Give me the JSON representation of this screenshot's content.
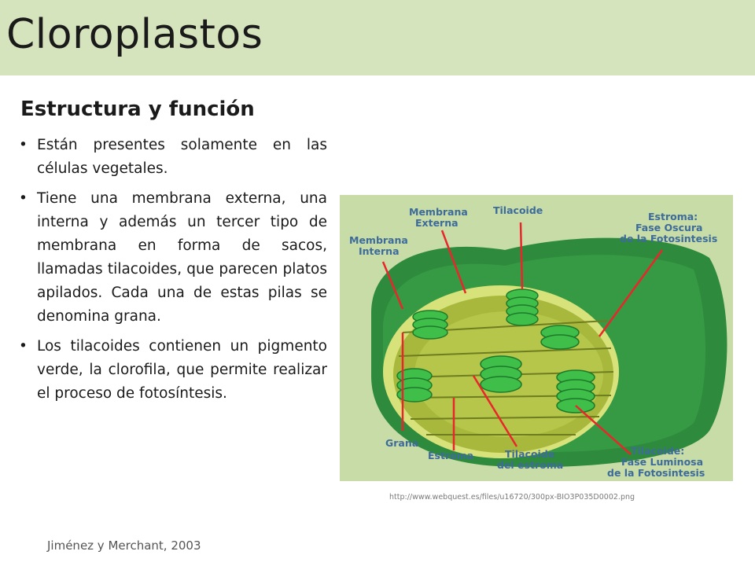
{
  "header": {
    "title": "Cloroplastos"
  },
  "subtitle": "Estructura y función",
  "bullets": [
    "Están presentes solamente en las células vegetales.",
    "Tiene una membrana externa, una interna y además un tercer tipo de membrana en forma de sacos, llamadas tilacoides, que parecen platos apilados. Cada una de estas pilas se denomina grana.",
    "Los tilacoides contienen un pigmento verde, la clorofila, que permite realizar el proceso de fotosíntesis."
  ],
  "bullet_symbol": "•",
  "figure": {
    "labels": {
      "membrana_externa": [
        "Membrana",
        "Externa"
      ],
      "tilacoide": "Tilacoide",
      "estroma_fase": [
        "Estroma:",
        "Fase Oscura",
        "de la Fotosintesis"
      ],
      "membrana_interna": [
        "Membrana",
        "Interna"
      ],
      "grana": "Grana",
      "estroma": "Estroma",
      "tilacoide_estroma": [
        "Tilacoide",
        "del estroma"
      ],
      "tilacoide_fase": [
        "Tilacoide:",
        "Fase Luminosa",
        "de la Fotosintesis"
      ]
    },
    "colors": {
      "label": "#3d6b9a",
      "pointer": "#e8262b",
      "outer": "#2e8a3c",
      "stroma": "#a8b83c",
      "granum": "#3fbf4a"
    },
    "source_url": "http://www.webquest.es/files/u16720/300px-BIO3P035D0002.png"
  },
  "citation": "Jiménez y Merchant, 2003"
}
